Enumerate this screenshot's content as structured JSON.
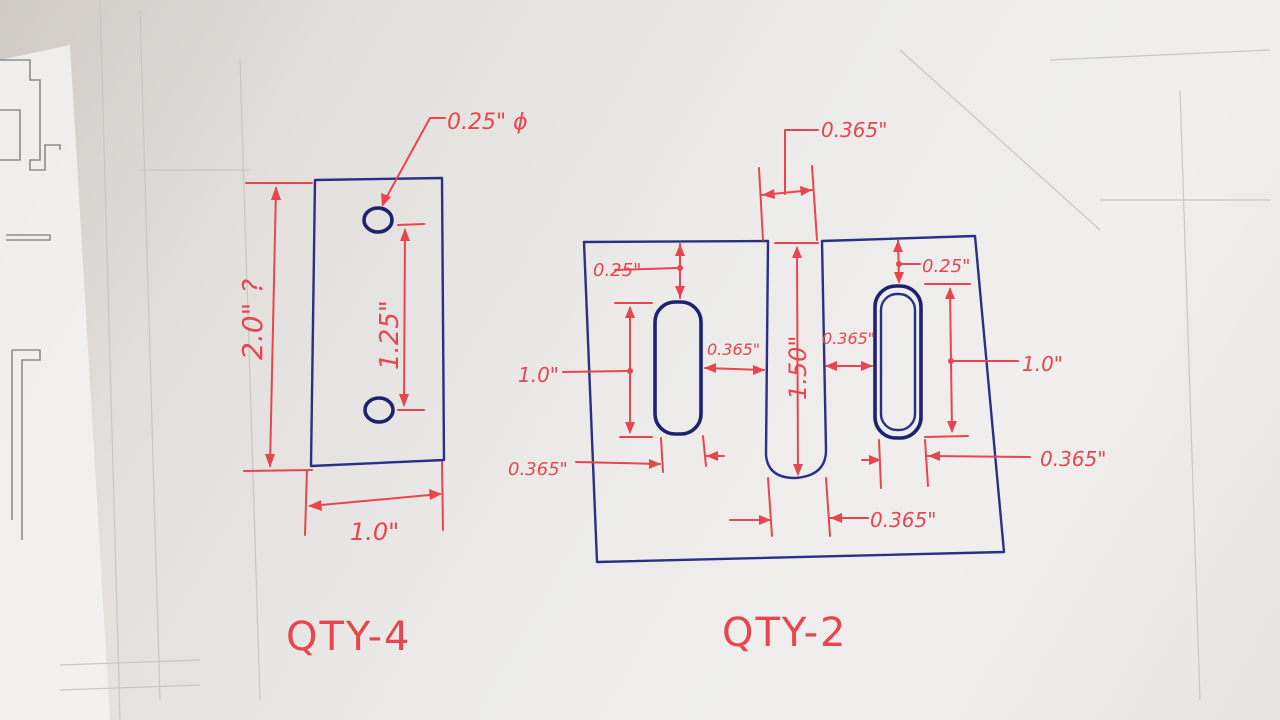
{
  "part_a": {
    "hole_dia_label": "0.25\" ϕ",
    "height_label": "2.0\" ?",
    "hole_spacing_label": "1.25\"",
    "width_label": "1.0\"",
    "qty_label": "QTY-4"
  },
  "part_b": {
    "center_slot_width_label": "0.365\"",
    "left_top_offset_label": "0.25\"",
    "left_slot_length_label": "1.0\"",
    "left_gap_label": "0.365\"",
    "left_slot_width_label": "0.365\"",
    "center_slot_length_label": "1.50\"",
    "right_gap_label": "0.365\"",
    "right_top_offset_label": "0.25\"",
    "right_slot_length_label": "1.0\"",
    "right_slot_width_label": "0.365\"",
    "center_bottom_width_label": "0.365\"",
    "qty_label": "QTY-2"
  },
  "colors": {
    "ink_red": "#e8454f",
    "ink_blue": "#2b2f86",
    "paper": "#ecebe9"
  }
}
